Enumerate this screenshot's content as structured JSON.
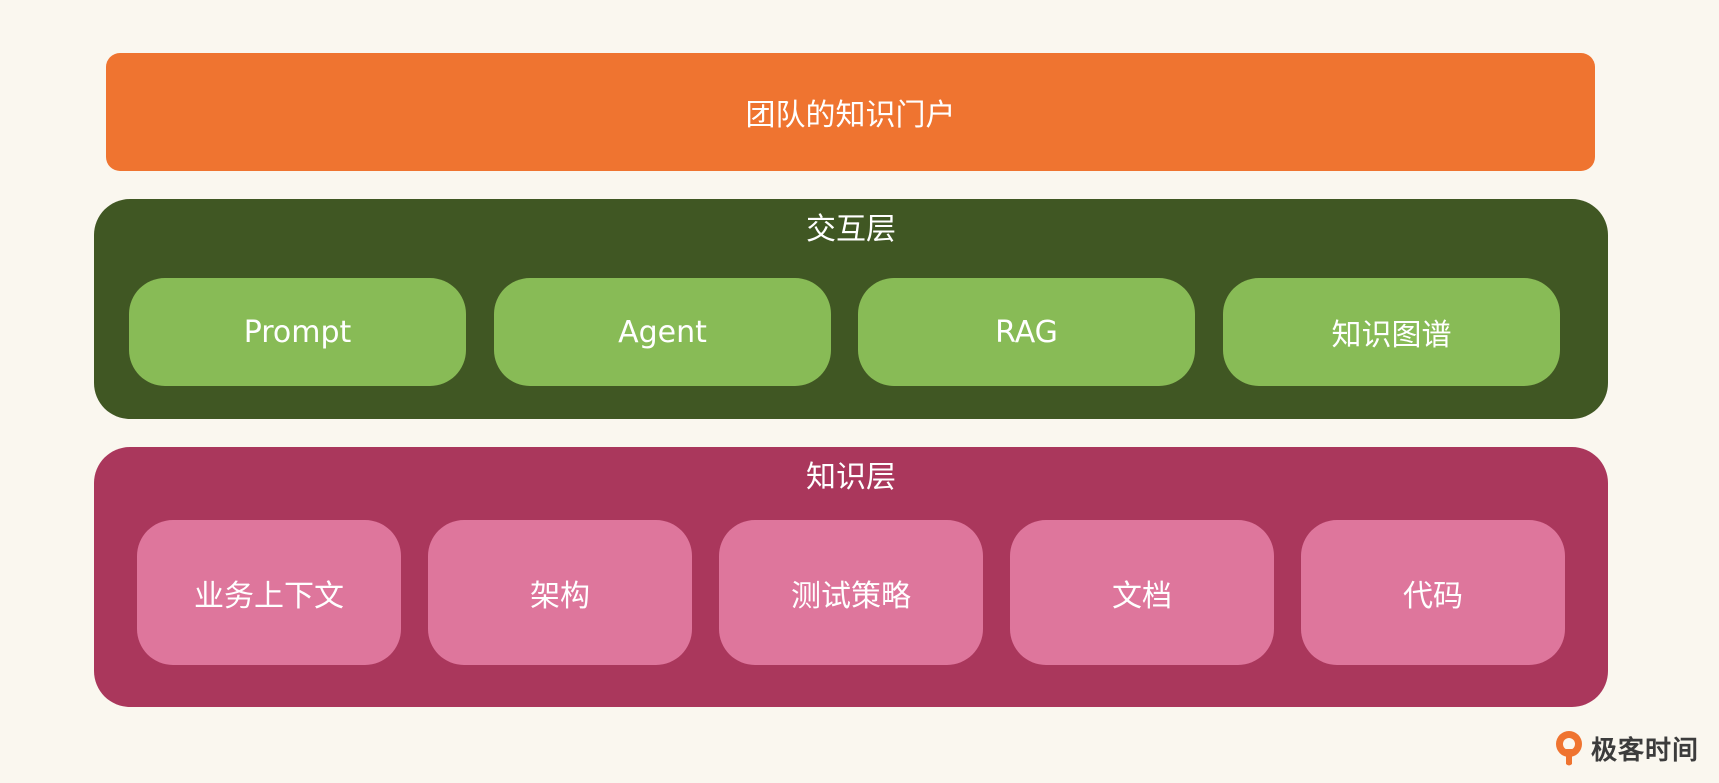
{
  "portal": {
    "label": "团队的知识门户"
  },
  "interaction_layer": {
    "title": "交互层",
    "items": [
      "Prompt",
      "Agent",
      "RAG",
      "知识图谱"
    ]
  },
  "knowledge_layer": {
    "title": "知识层",
    "items": [
      "业务上下文",
      "架构",
      "测试策略",
      "文档",
      "代码"
    ]
  },
  "brand": {
    "text": "极客时间"
  },
  "colors": {
    "background": "#faf7ef",
    "portal": "#ef7430",
    "interaction_layer": "#405723",
    "interaction_box": "#88bb56",
    "knowledge_layer": "#aa375c",
    "knowledge_box": "#de769c",
    "logo_accent": "#ef7430"
  }
}
